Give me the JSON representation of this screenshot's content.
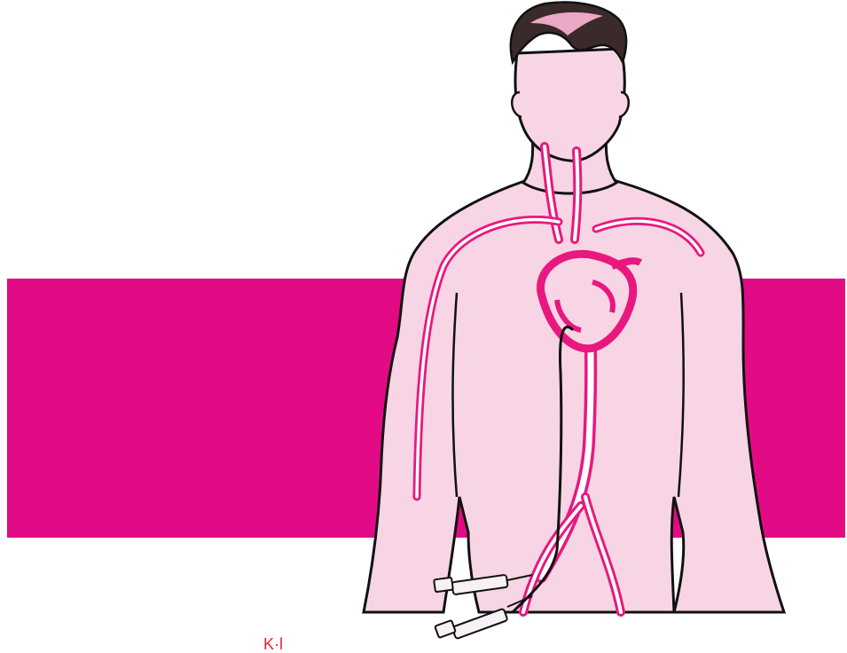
{
  "diagram": {
    "caption": "K·l",
    "colors": {
      "background": "#ffffff",
      "band": "#e30a86",
      "skin": "#f7d5e5",
      "hair": "#3a2a2a",
      "hair_highlight": "#e9a8c6",
      "vessel": "#e8187f",
      "vessel_lumen": "#ffffff",
      "outline": "#111111",
      "caption": "#e8202a"
    },
    "parts": [
      "pink-band",
      "torso",
      "head",
      "neck",
      "heart",
      "aorta",
      "vena-cava",
      "catheter",
      "syringes"
    ]
  }
}
